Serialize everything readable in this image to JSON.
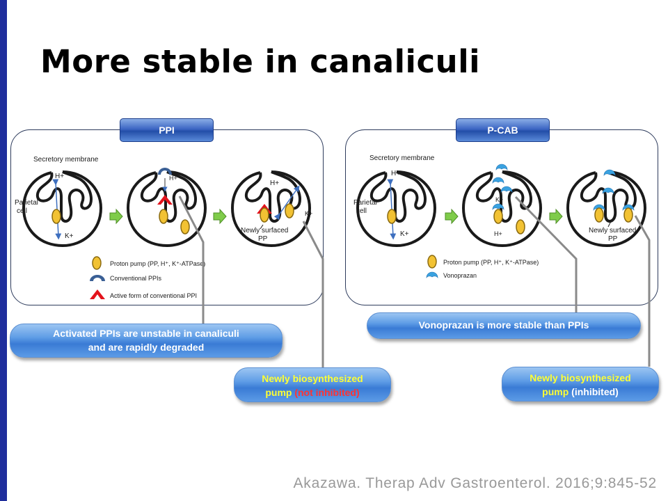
{
  "slide": {
    "title": "More stable in canaliculi",
    "citation": "Akazawa. Therap Adv Gastroenterol. 2016;9:845-52"
  },
  "colors": {
    "accent_bar": "#1f2e9c",
    "pump_yellow": "#f2c233",
    "ppi_blue": "#3a5f95",
    "active_ppi_red": "#e3131c",
    "vonoprazan_blue": "#3aa2e0",
    "arrow_green": "#7fcc4a",
    "callout_yellow": "#ffff33",
    "callout_red": "#ff3333"
  },
  "ppi_panel": {
    "tab": "PPI",
    "labels": {
      "secretory_membrane": "Secretory membrane",
      "h_plus": "H+",
      "k_plus": "K+",
      "parietal_cell_1": "Parietal",
      "parietal_cell_2": "cell",
      "newly_surfaced_1": "Newly surfaced",
      "newly_surfaced_2": "PP"
    },
    "legend": [
      {
        "icon": "proton-pump-icon",
        "label": "Proton pump (PP, H⁺, K⁺-ATPase)"
      },
      {
        "icon": "conventional-ppi-icon",
        "label": "Conventional PPIs"
      },
      {
        "icon": "active-ppi-icon",
        "label": "Active form of conventional PPI"
      }
    ],
    "callout_main": {
      "line1": "Activated PPIs are unstable in canaliculi",
      "line2": "and are rapidly degraded"
    },
    "callout_pump": {
      "line1": "Newly biosynthesized",
      "line2a": "pump",
      "line2b": "(not inhibited)"
    }
  },
  "pcab_panel": {
    "tab": "P-CAB",
    "labels": {
      "secretory_membrane": "Secretory membrane",
      "h_plus": "H+",
      "k_plus": "K+",
      "parietal_cell_1": "Parietal",
      "parietal_cell_2": "cell",
      "newly_surfaced_1": "Newly surfaced",
      "newly_surfaced_2": "PP"
    },
    "legend": [
      {
        "icon": "proton-pump-icon",
        "label": "Proton pump (PP, H⁺, K⁺-ATPase)"
      },
      {
        "icon": "vonoprazan-icon",
        "label": "Vonoprazan"
      }
    ],
    "callout_main": {
      "line1": "Vonoprazan is more stable than PPIs"
    },
    "callout_pump": {
      "line1": "Newly biosynthesized",
      "line2a": "pump",
      "line2b": "(inhibited)"
    }
  }
}
